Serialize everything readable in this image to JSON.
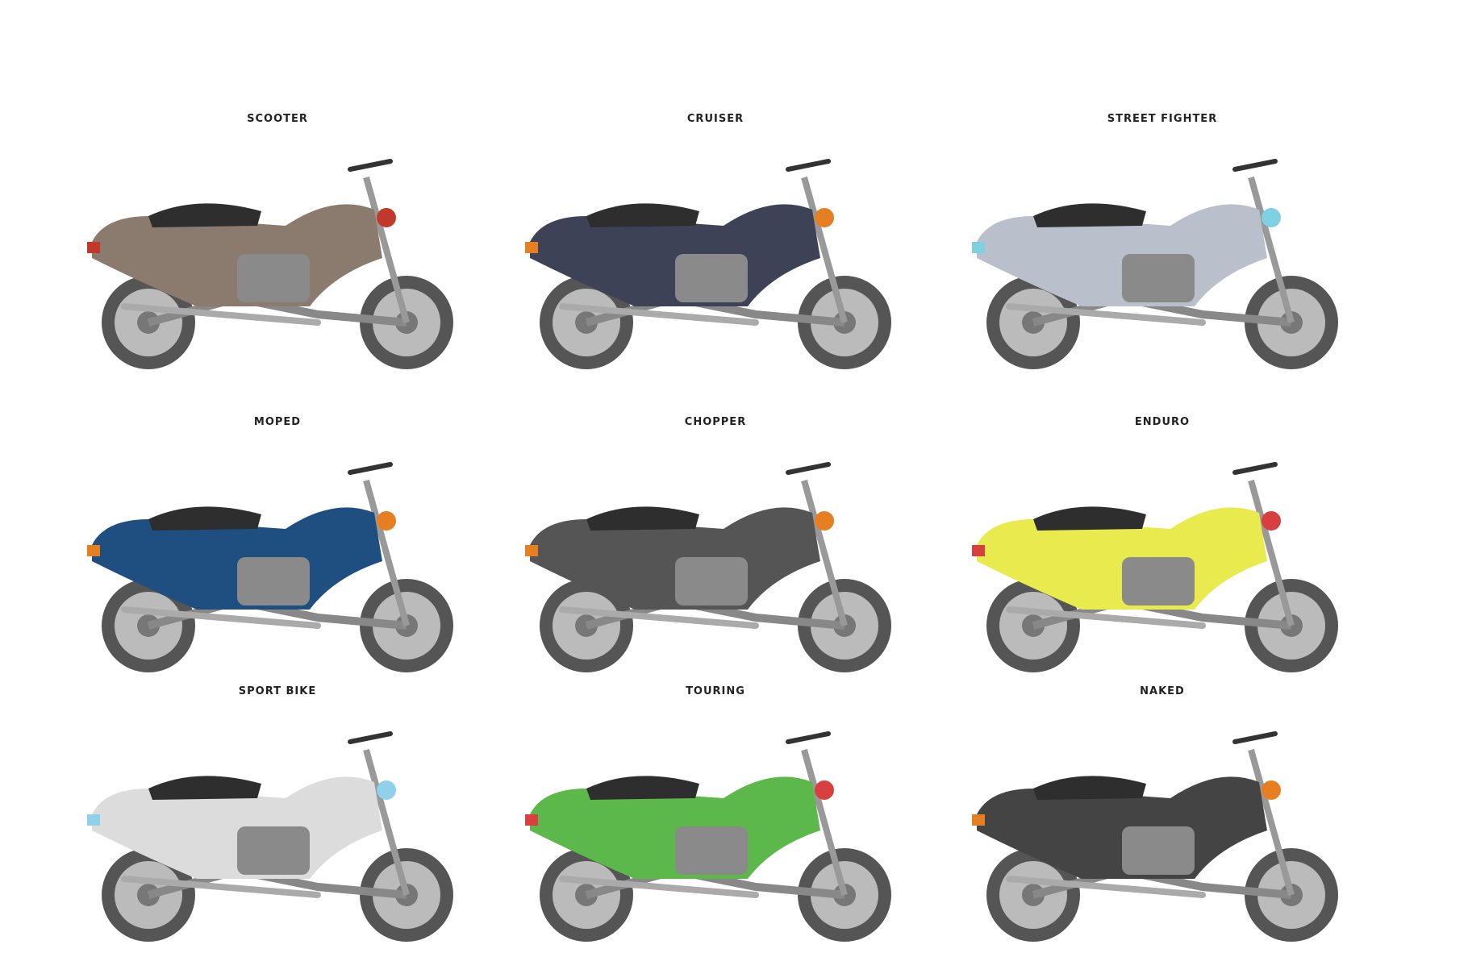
{
  "bikes": [
    {
      "label": "SCOOTER",
      "body": "#8a7b6e",
      "accent": "#c0392b"
    },
    {
      "label": "CRUISER",
      "body": "#3d4257",
      "accent": "#e67e22"
    },
    {
      "label": "STREET FIGHTER",
      "body": "#b9c0cc",
      "accent": "#7fd0e0"
    },
    {
      "label": "MOPED",
      "body": "#1f4f80",
      "accent": "#e67e22"
    },
    {
      "label": "CHOPPER",
      "body": "#555555",
      "accent": "#e67e22"
    },
    {
      "label": "ENDURO",
      "body": "#e9ea4e",
      "accent": "#d84040"
    },
    {
      "label": "SPORT BIKE",
      "body": "#dcdcdc",
      "accent": "#8fd0ea"
    },
    {
      "label": "TOURING",
      "body": "#5cb84a",
      "accent": "#d84040"
    },
    {
      "label": "NAKED",
      "body": "#444444",
      "accent": "#e67e22"
    }
  ]
}
